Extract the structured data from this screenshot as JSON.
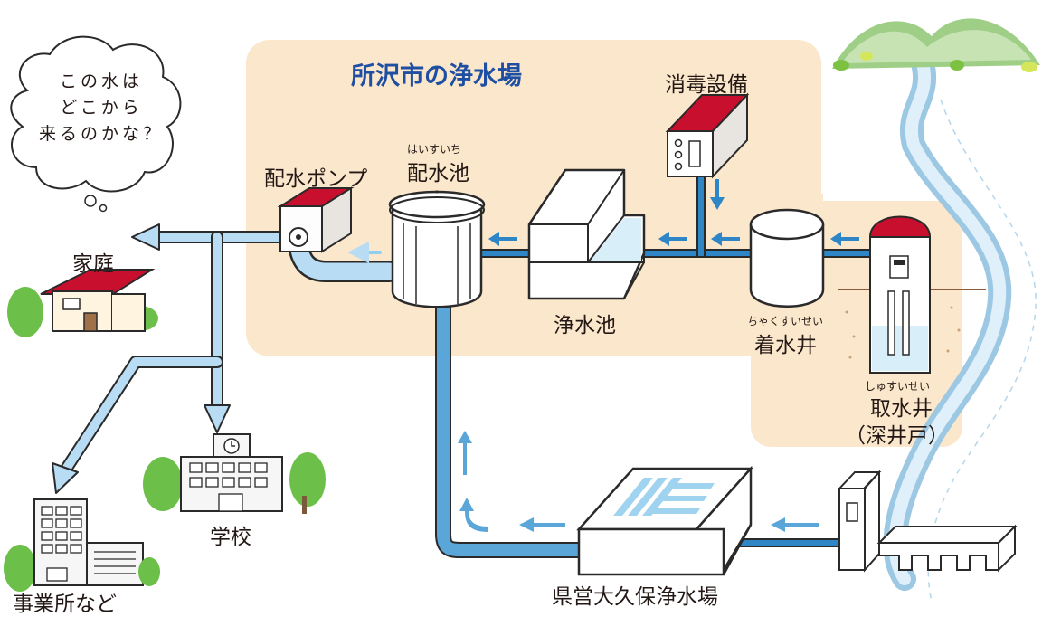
{
  "title": "所沢市の浄水場",
  "bubble": {
    "line1": "この水は",
    "line2": "どこから",
    "line3": "来るのかな？"
  },
  "labels": {
    "disinfection": "消毒設備",
    "distribution_pump": "配水ポンプ",
    "distribution_reservoir_ruby": "はいすいち",
    "distribution_reservoir": "配水池",
    "clean_water_reservoir": "浄水池",
    "receiving_well_ruby": "ちゃくすいせい",
    "receiving_well": "着水井",
    "intake_well_ruby": "しゅすいせい",
    "intake_well": "取水井",
    "intake_well_note": "（深井戸）",
    "home": "家庭",
    "school": "学校",
    "office": "事業所など",
    "prefectural_plant": "県営大久保浄水場"
  },
  "colors": {
    "beige_area": "#fbe7cb",
    "pipe_blue": "#2f86c6",
    "pipe_light": "#b8dcf3",
    "roof_red": "#c8102e",
    "tree_green": "#6cc04a",
    "title_blue": "#1f4fa3"
  }
}
